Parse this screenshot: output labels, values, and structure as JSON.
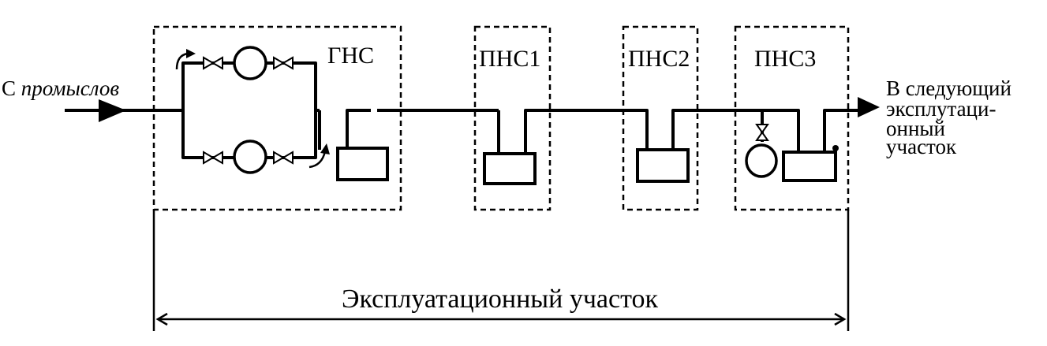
{
  "inlet": {
    "prefix": "С",
    "word": "промыслов"
  },
  "outlet": {
    "lines": [
      "В следующий",
      "эксплутаци-",
      "онный",
      "участок"
    ]
  },
  "stations": {
    "main": "ГНС",
    "p1": "ПНС1",
    "p2": "ПНС2",
    "p3": "ПНС3"
  },
  "section_label": "Эксплуатационный участок"
}
